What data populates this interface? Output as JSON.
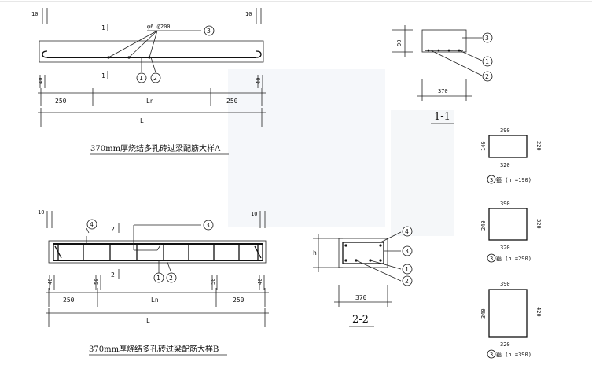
{
  "beam_a": {
    "title": "370mm厚烧结多孔砖过梁配筋大样A",
    "section_mark": "1",
    "rebar_spec": "φ6 @200",
    "dim_end_cover_left": "10",
    "dim_end_cover_right": "10",
    "dim_hook": "40",
    "dim_bearing_left": "250",
    "dim_clear_span": "Ln",
    "dim_bearing_right": "250",
    "dim_total": "L",
    "callout_3": "3",
    "callout_1": "1",
    "callout_2": "2"
  },
  "section_1_1": {
    "label": "1-1",
    "height": "90",
    "width": "370",
    "callout_3": "3",
    "callout_1": "1",
    "callout_2": "2"
  },
  "stirrups": [
    {
      "top": "390",
      "left": "140",
      "right": "220",
      "bottom": "320",
      "caption": "箍 (h =190)",
      "num": "3"
    },
    {
      "top": "390",
      "left": "240",
      "right": "320",
      "bottom": "320",
      "caption": "箍 (h =290)",
      "num": "3"
    },
    {
      "top": "390",
      "left": "340",
      "right": "420",
      "bottom": "320",
      "caption": "箍 (h =390)",
      "num": "3"
    }
  ],
  "beam_b": {
    "title": "370mm厚烧结多孔砖过梁配筋大样B",
    "section_mark": "2",
    "dim_end_cover_left": "10",
    "dim_end_cover_right": "10",
    "dim_hook_left": "40",
    "dim_first_left": "50",
    "dim_first_right": "50",
    "dim_hook_right": "40",
    "dim_bearing_left": "250",
    "dim_clear_span": "Ln",
    "dim_bearing_right": "250",
    "dim_total": "L",
    "callout_4": "4",
    "callout_3": "3",
    "callout_1": "1",
    "callout_2": "2"
  },
  "section_2_2": {
    "label": "2-2",
    "height": "h",
    "width": "370",
    "callout_4": "4",
    "callout_3": "3",
    "callout_1": "1",
    "callout_2": "2"
  }
}
